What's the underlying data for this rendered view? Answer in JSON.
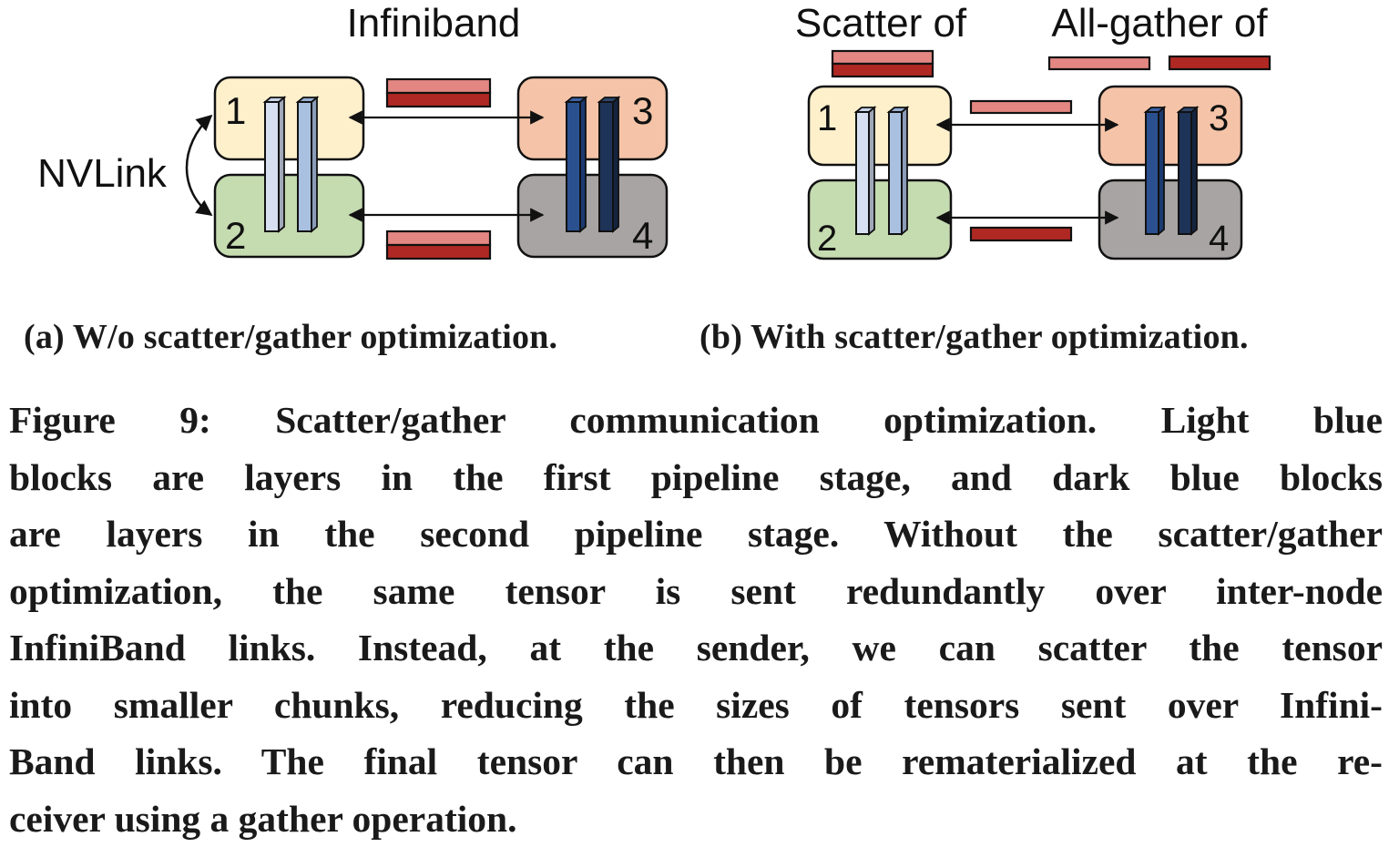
{
  "panel_a": {
    "title": "Infiniband",
    "side_label": "NVLink",
    "gpus": [
      {
        "id": "1",
        "color": "#fff0cc"
      },
      {
        "id": "2",
        "color": "#c5dbb0"
      },
      {
        "id": "3",
        "color": "#f5c4a8"
      },
      {
        "id": "4",
        "color": "#a8a4a3"
      }
    ],
    "subcaption": "(a) W/o scatter/gather optimization."
  },
  "panel_b": {
    "scatter_label": "Scatter of",
    "allgather_label": "All-gather of",
    "gpus": [
      {
        "id": "1",
        "color": "#fff0cc"
      },
      {
        "id": "2",
        "color": "#c5dbb0"
      },
      {
        "id": "3",
        "color": "#f5c4a8"
      },
      {
        "id": "4",
        "color": "#a8a4a3"
      }
    ],
    "subcaption": "(b) With scatter/gather optimization."
  },
  "colors": {
    "tensor_light": "#e48782",
    "tensor_dark": "#b02823",
    "layer_stage1_a": "#d6e0f0",
    "layer_stage1_b": "#a9c0e0",
    "layer_stage2_a": "#2a5090",
    "layer_stage2_b": "#1e3358"
  },
  "caption_lines": [
    "Figure 9: Scatter/gather communication optimization. Light blue",
    "blocks are layers in the first pipeline stage, and dark blue blocks",
    "are layers in the second pipeline stage. Without the scatter/gather",
    "optimization, the same tensor is sent redundantly over inter-node",
    "InfiniBand links. Instead, at the sender, we can scatter the tensor",
    "into smaller chunks, reducing the sizes of tensors sent over Infini-",
    "Band links. The final tensor can then be rematerialized at the re-",
    "ceiver using a gather operation."
  ]
}
